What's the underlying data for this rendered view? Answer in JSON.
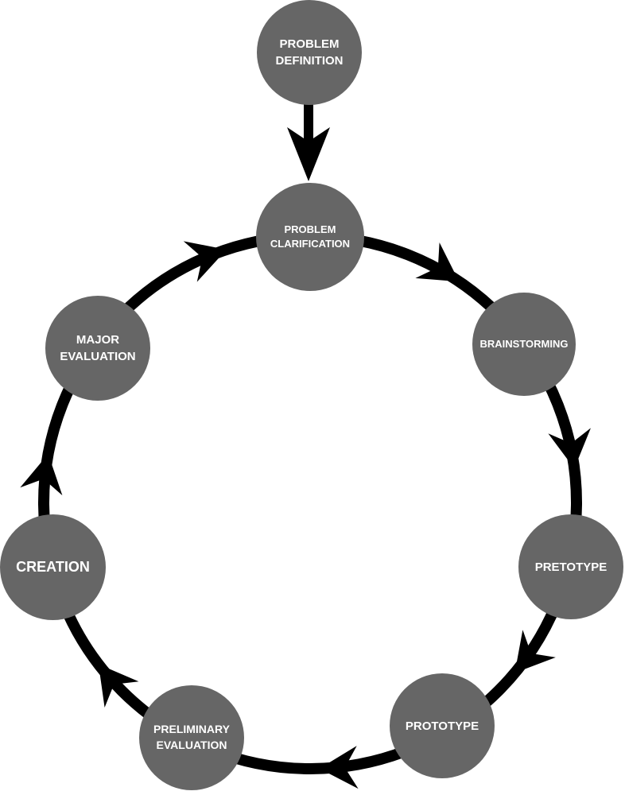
{
  "colors": {
    "node": "#666666",
    "line": "#000000",
    "text": "#ffffff"
  },
  "nodes": [
    {
      "id": "problem-definition",
      "lines": [
        "PROBLEM",
        "DEFINITION"
      ]
    },
    {
      "id": "problem-clarification",
      "lines": [
        "PROBLEM",
        "CLARIFICATION"
      ]
    },
    {
      "id": "brainstorming",
      "lines": [
        "BRAINSTORMING"
      ]
    },
    {
      "id": "pretotype",
      "lines": [
        "PRETOTYPE"
      ]
    },
    {
      "id": "prototype",
      "lines": [
        "PROTOTYPE"
      ]
    },
    {
      "id": "preliminary-evaluation",
      "lines": [
        "PRELIMINARY",
        "EVALUATION"
      ]
    },
    {
      "id": "creation",
      "lines": [
        "CREATION"
      ]
    },
    {
      "id": "major-evaluation",
      "lines": [
        "MAJOR",
        "EVALUATION"
      ]
    }
  ],
  "edges": [
    {
      "from": "problem-definition",
      "to": "problem-clarification"
    },
    {
      "from": "problem-clarification",
      "to": "brainstorming"
    },
    {
      "from": "brainstorming",
      "to": "pretotype"
    },
    {
      "from": "pretotype",
      "to": "prototype"
    },
    {
      "from": "prototype",
      "to": "preliminary-evaluation"
    },
    {
      "from": "preliminary-evaluation",
      "to": "creation"
    },
    {
      "from": "creation",
      "to": "major-evaluation"
    },
    {
      "from": "major-evaluation",
      "to": "problem-clarification"
    }
  ]
}
